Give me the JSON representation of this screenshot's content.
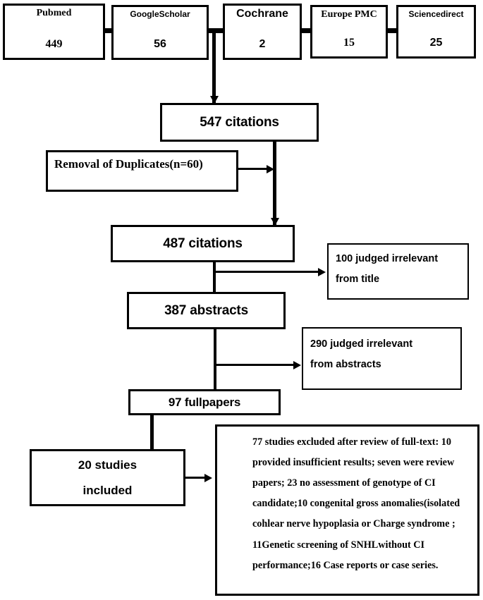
{
  "diagram": {
    "title": "PRISMA study selection flow diagram",
    "line_color": "#000000",
    "background": "#ffffff"
  },
  "sources": [
    {
      "name": "Pubmed",
      "count": "449"
    },
    {
      "name": "GoogleScholar",
      "count": "56"
    },
    {
      "name": "Cochrane",
      "count": "2"
    },
    {
      "name": "Europe PMC",
      "count": "15"
    },
    {
      "name": "Sciencedirect",
      "count": "25"
    }
  ],
  "stages": {
    "citations_total": "547 citations",
    "citations_dedup": "487 citations",
    "abstracts": "387 abstracts",
    "fullpapers": "97  fullpapers",
    "included_line1": "20 studies",
    "included_line2": "included"
  },
  "exclusions": {
    "duplicates": "Removal of Duplicates(n=60)",
    "irrelevant_title_line1": "100 judged irrelevant",
    "irrelevant_title_line2": "from title",
    "irrelevant_abstract_line1": "290 judged irrelevant",
    "irrelevant_abstract_line2": "from abstracts",
    "fulltext_excluded_lines": [
      "77 studies excluded after review of full-text: 10",
      "provided insufficient   results; seven were review",
      "papers; 23 no assessment of genotype of CI",
      "candidate;10 congenital gross anomalies(isolated",
      "cohlear nerve hypoplasia or Charge syndrome ;",
      "11Genetic screening of SNHLwithout CI",
      "performance;16  Case reports or case series."
    ]
  }
}
